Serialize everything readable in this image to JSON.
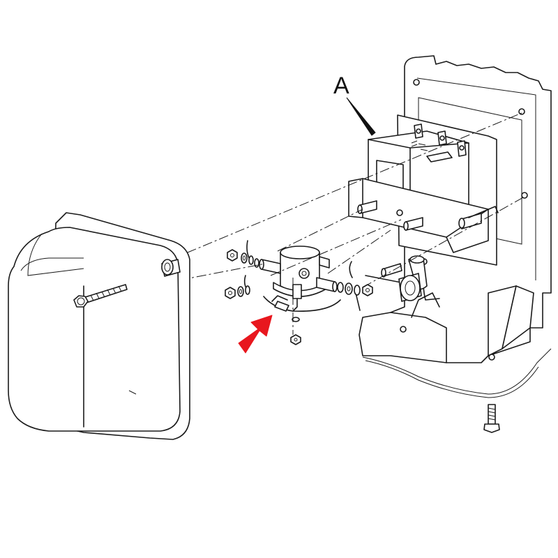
{
  "callouts": [
    {
      "label": "A",
      "target": "controller-assembly"
    }
  ],
  "highlight_arrow": {
    "target": "solenoid",
    "color": "#e8171e"
  },
  "colors": {
    "line": "#1a1a1a",
    "background": "#ffffff"
  }
}
